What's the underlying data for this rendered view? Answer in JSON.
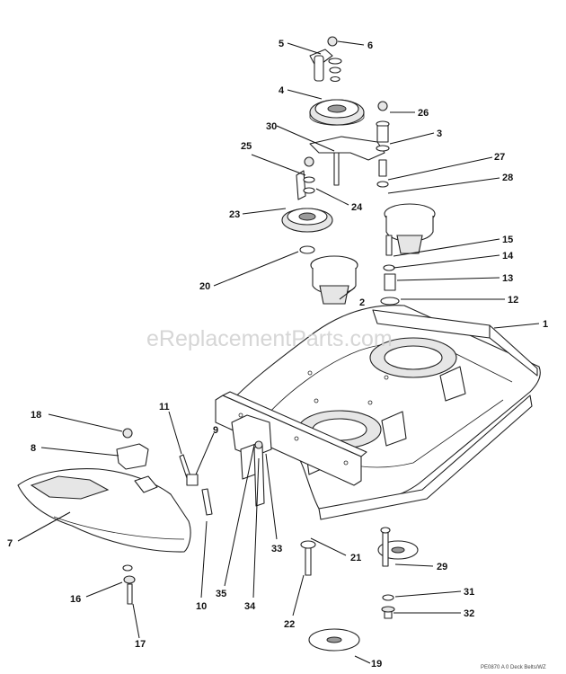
{
  "watermark": "eReplacementParts.com",
  "reference_code": "PE0870 A 0 Deck Belts/WZ",
  "callouts": [
    {
      "id": "c1",
      "label": "1"
    },
    {
      "id": "c2",
      "label": "2"
    },
    {
      "id": "c3",
      "label": "3"
    },
    {
      "id": "c4",
      "label": "4"
    },
    {
      "id": "c5",
      "label": "5"
    },
    {
      "id": "c6",
      "label": "6"
    },
    {
      "id": "c7",
      "label": "7"
    },
    {
      "id": "c8",
      "label": "8"
    },
    {
      "id": "c9",
      "label": "9"
    },
    {
      "id": "c10",
      "label": "10"
    },
    {
      "id": "c11",
      "label": "11"
    },
    {
      "id": "c12",
      "label": "12"
    },
    {
      "id": "c13",
      "label": "13"
    },
    {
      "id": "c14",
      "label": "14"
    },
    {
      "id": "c15",
      "label": "15"
    },
    {
      "id": "c16",
      "label": "16"
    },
    {
      "id": "c17",
      "label": "17"
    },
    {
      "id": "c18",
      "label": "18"
    },
    {
      "id": "c19",
      "label": "19"
    },
    {
      "id": "c20",
      "label": "20"
    },
    {
      "id": "c21",
      "label": "21"
    },
    {
      "id": "c22",
      "label": "22"
    },
    {
      "id": "c23",
      "label": "23"
    },
    {
      "id": "c24",
      "label": "24"
    },
    {
      "id": "c25",
      "label": "25"
    },
    {
      "id": "c26",
      "label": "26"
    },
    {
      "id": "c27",
      "label": "27"
    },
    {
      "id": "c28",
      "label": "28"
    },
    {
      "id": "c29",
      "label": "29"
    },
    {
      "id": "c30",
      "label": "30"
    },
    {
      "id": "c31",
      "label": "31"
    },
    {
      "id": "c32",
      "label": "32"
    },
    {
      "id": "c33",
      "label": "33"
    },
    {
      "id": "c34",
      "label": "34"
    },
    {
      "id": "c35",
      "label": "35"
    }
  ]
}
